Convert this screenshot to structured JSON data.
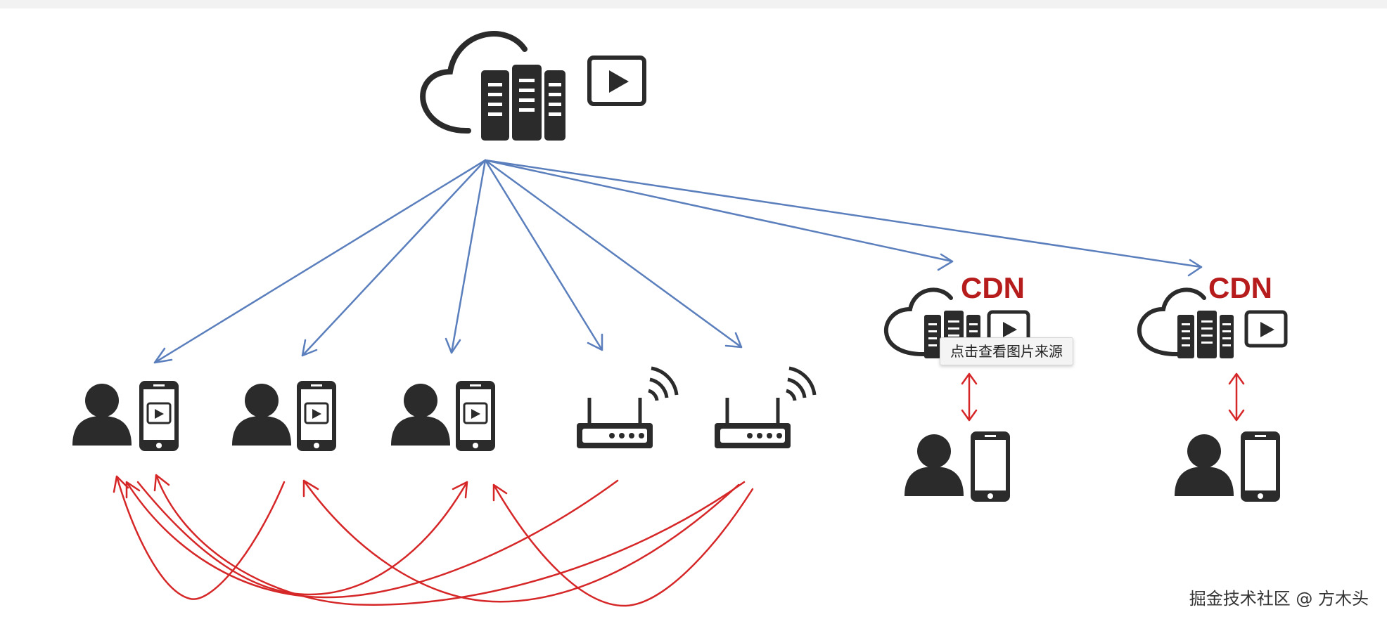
{
  "colors": {
    "icon": "#2b2b2b",
    "distribution_arrow": "#5b7fbd",
    "p2p_arrow": "#d62728",
    "cdn_label": "#b71c1c"
  },
  "origin": {
    "icons": [
      "cloud-icon",
      "server-rack-icon",
      "video-play-icon"
    ]
  },
  "cdn_nodes": [
    {
      "label": "CDN",
      "icons": [
        "cloud-icon",
        "server-rack-icon",
        "video-play-icon",
        "user-icon",
        "smartphone-icon"
      ]
    },
    {
      "label": "CDN",
      "icons": [
        "cloud-icon",
        "server-rack-icon",
        "video-play-icon",
        "user-icon",
        "smartphone-icon"
      ]
    }
  ],
  "peers": [
    {
      "icons": [
        "user-icon",
        "phone-video-icon"
      ]
    },
    {
      "icons": [
        "user-icon",
        "phone-video-icon"
      ]
    },
    {
      "icons": [
        "user-icon",
        "phone-video-icon"
      ]
    },
    {
      "icons": [
        "wifi-router-icon"
      ]
    },
    {
      "icons": [
        "wifi-router-icon"
      ]
    }
  ],
  "tooltip": {
    "text": "点击查看图片来源"
  },
  "watermark": {
    "text": "掘金技术社区 @ 方木头"
  }
}
